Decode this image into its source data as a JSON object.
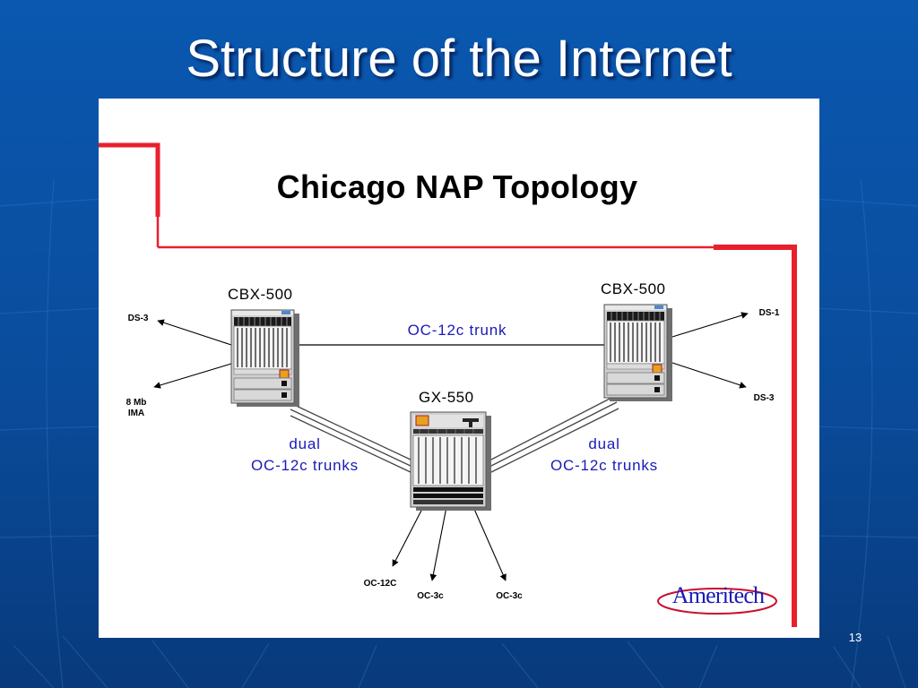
{
  "slide": {
    "title": "Structure of the Internet",
    "page_number": "13"
  },
  "figure": {
    "title": "Chicago NAP Topology",
    "devices": {
      "left_switch": "CBX-500",
      "right_switch": "CBX-500",
      "center_switch": "GX-550"
    },
    "links": {
      "trunk": "OC-12c trunk",
      "left_dual": [
        "dual",
        "OC-12c trunks"
      ],
      "right_dual": [
        "dual",
        "OC-12c trunks"
      ]
    },
    "ports": {
      "left_top": "DS-3",
      "left_bottom": [
        "8 Mb",
        "IMA"
      ],
      "right_top": "DS-1",
      "right_bottom": "DS-3",
      "bottom_1": "OC-12C",
      "bottom_2": "OC-3c",
      "bottom_3": "OC-3c"
    },
    "logo": "Ameritech"
  },
  "colors": {
    "background": "#0b53a8",
    "accent_red": "#e8202c",
    "link_blue": "#1a1ab8"
  }
}
